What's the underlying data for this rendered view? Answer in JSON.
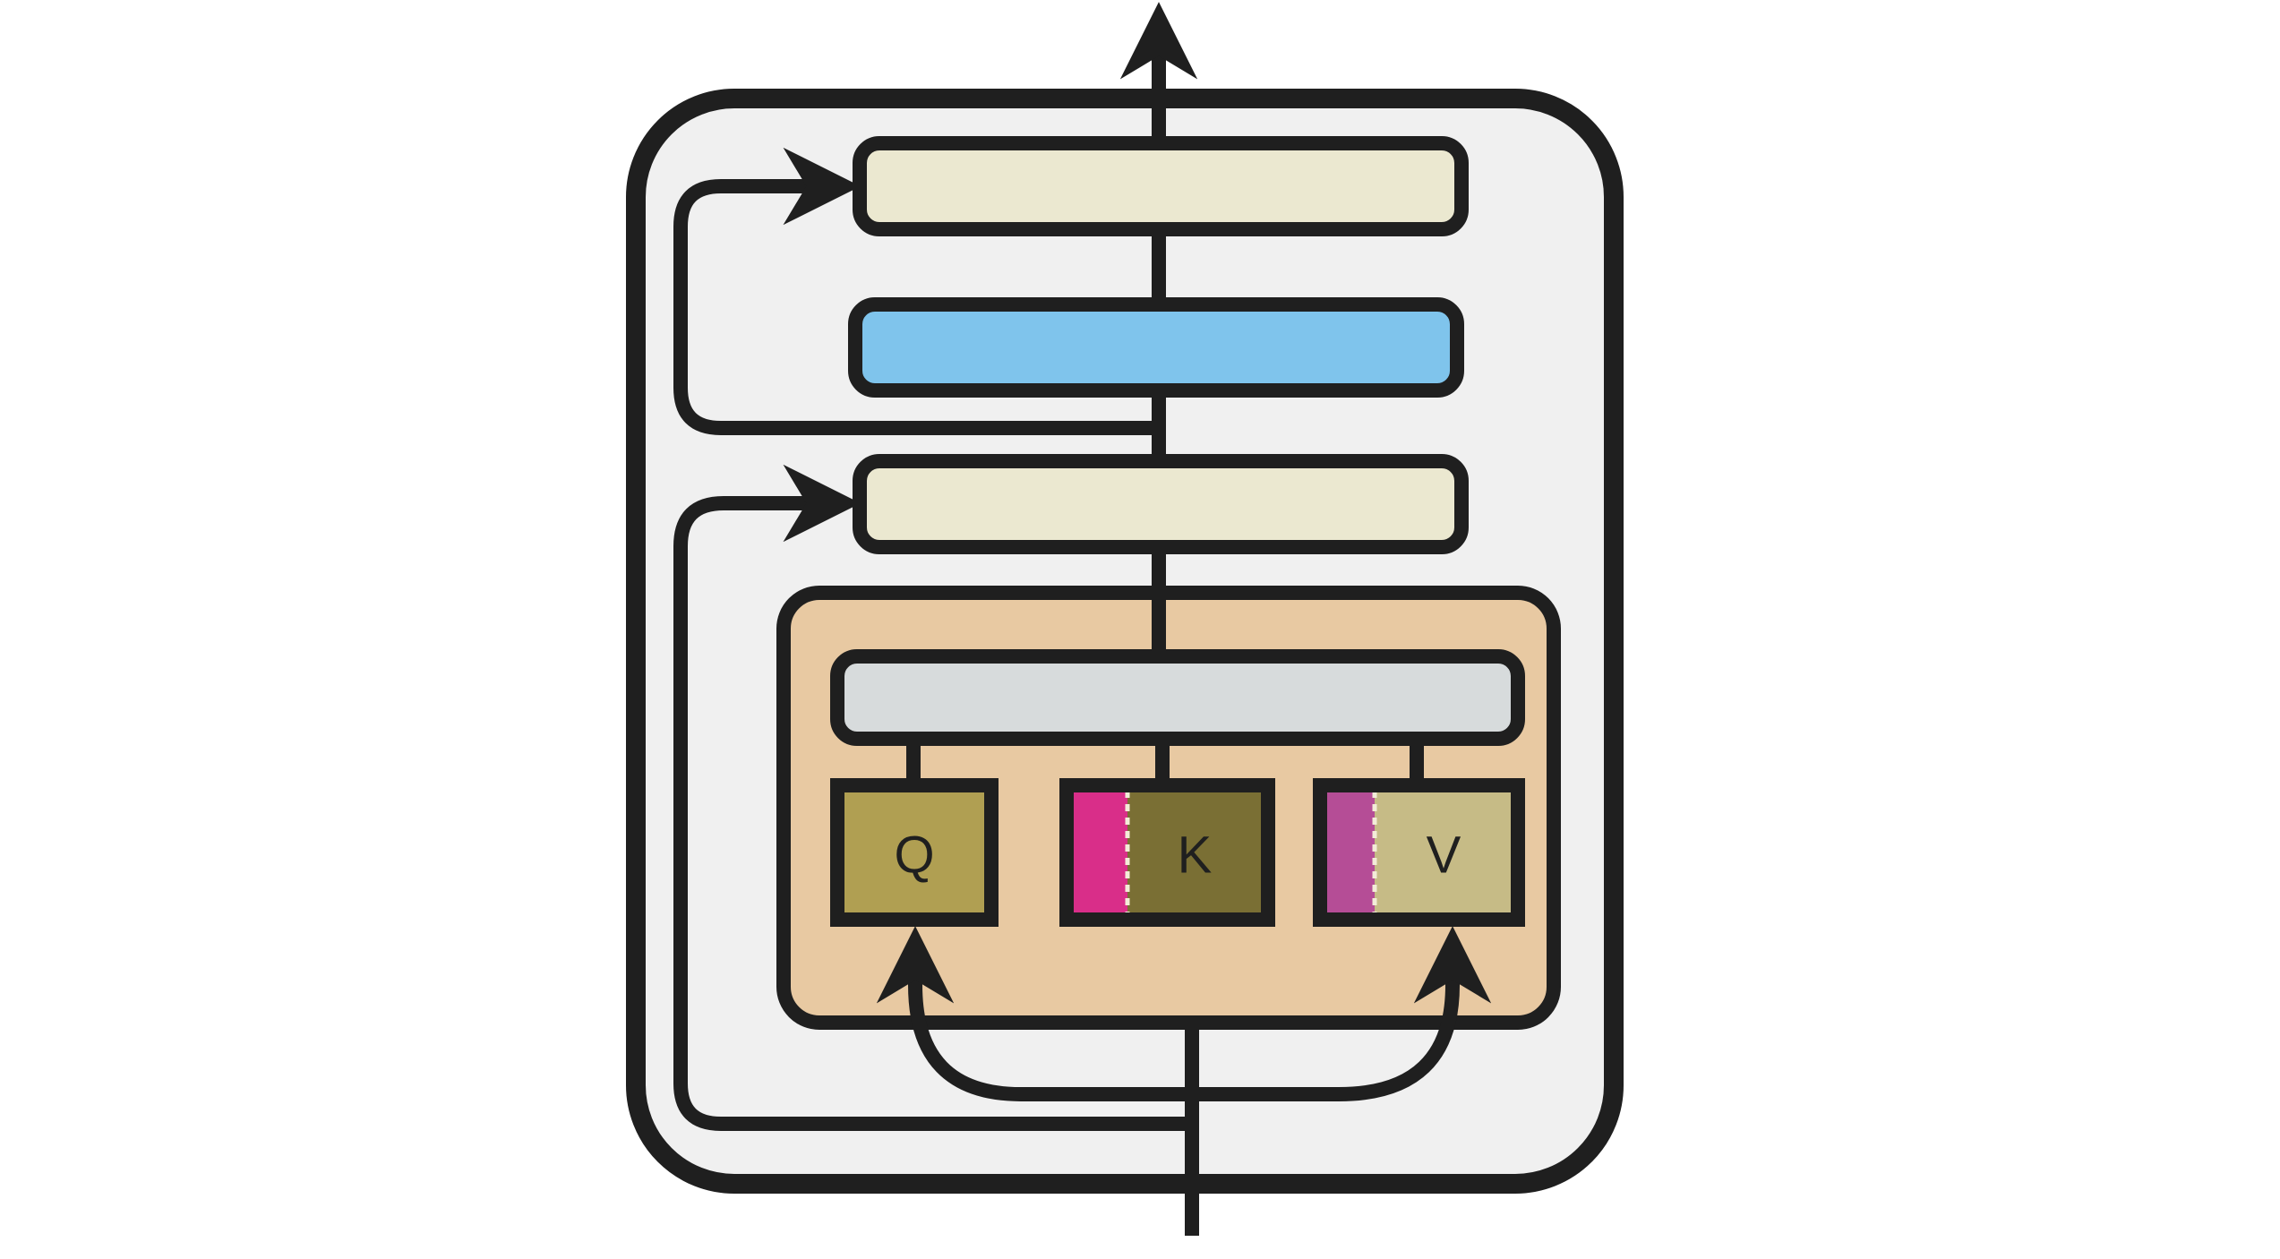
{
  "blocks": {
    "query": {
      "label": "Q"
    },
    "key": {
      "label": "K"
    },
    "value": {
      "label": "V"
    }
  },
  "colors": {
    "background": "#ffffff",
    "outline": "#1f1f1f",
    "outer_block_fill": "#f0f0f0",
    "attention_region_fill": "#e8c9a2",
    "norm_layer_fill": "#ebe8d0",
    "feed_forward_fill": "#7fc4ec",
    "attention_combine_fill": "#d7dbdc",
    "query_fill": "#b09f52",
    "key_fill": "#7a6f34",
    "value_fill": "#c6bb86",
    "key_prefix_fill": "#d92e89",
    "value_prefix_fill": "#b54d96",
    "prefix_divider": "#f3ecd8"
  }
}
